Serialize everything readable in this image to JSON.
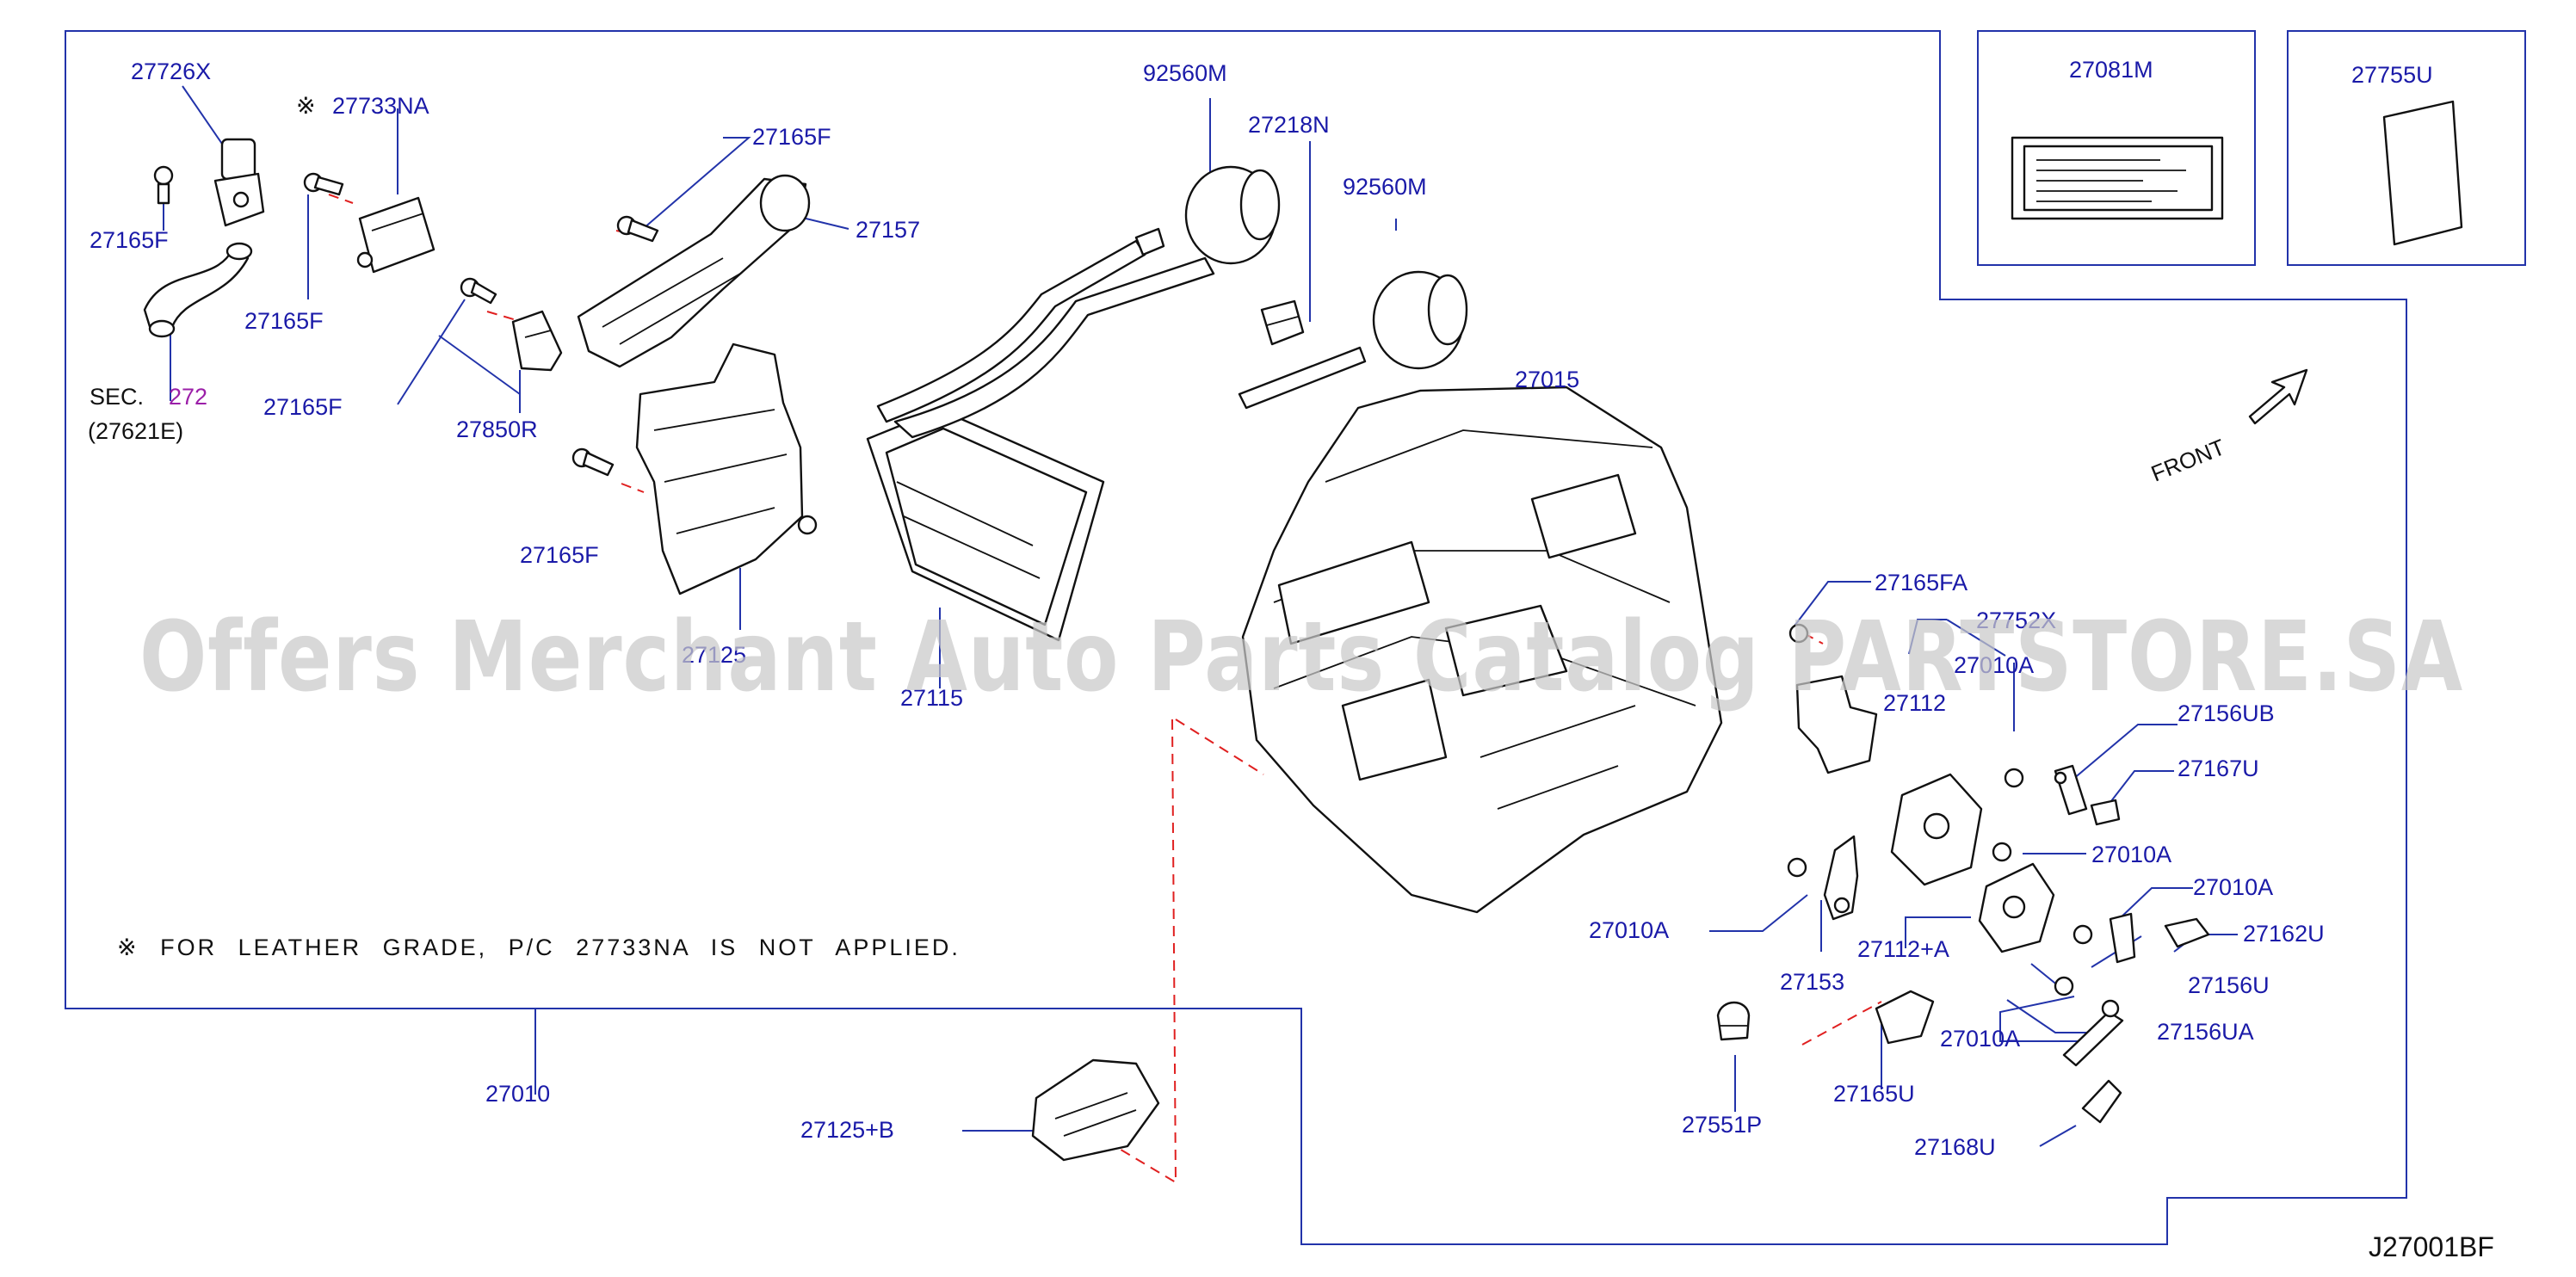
{
  "diagram_code": "J27001BF",
  "watermark": "Offers Merchant Auto Parts Catalog PARTSTORE.SA",
  "note": "※ FOR LEATHER GRADE, P/C 27733NA IS NOT APPLIED.",
  "front_label": "FRONT",
  "sec": {
    "prefix": "SEC.",
    "number": "272",
    "sub": "(27621E)"
  },
  "callouts": {
    "c27726X": "27726X",
    "c27733NA": "27733NA",
    "c27733NA_mark": "※",
    "c27165F_a": "27165F",
    "c27165F_b": "27165F",
    "c27165F_c": "27165F",
    "c27165F_d": "27165F",
    "c27165F_e": "27165F",
    "c27157": "27157",
    "c27850R": "27850R",
    "c27125": "27125",
    "c27115": "27115",
    "c92560M_a": "92560M",
    "c92560M_b": "92560M",
    "c27218N": "27218N",
    "c27015": "27015",
    "c27081M": "27081M",
    "c27755U": "27755U",
    "c27165FA": "27165FA",
    "c27752X": "27752X",
    "c27010A_a": "27010A",
    "c27010A_b": "27010A",
    "c27010A_c": "27010A",
    "c27010A_d": "27010A",
    "c27010A_e": "27010A",
    "c27112": "27112",
    "c27112A": "27112+A",
    "c27156UB": "27156UB",
    "c27167U": "27167U",
    "c27162U": "27162U",
    "c27156U": "27156U",
    "c27156UA": "27156UA",
    "c27153": "27153",
    "c27165U": "27165U",
    "c27551P": "27551P",
    "c27168U": "27168U",
    "c27010": "27010",
    "c27125B": "27125+B"
  }
}
